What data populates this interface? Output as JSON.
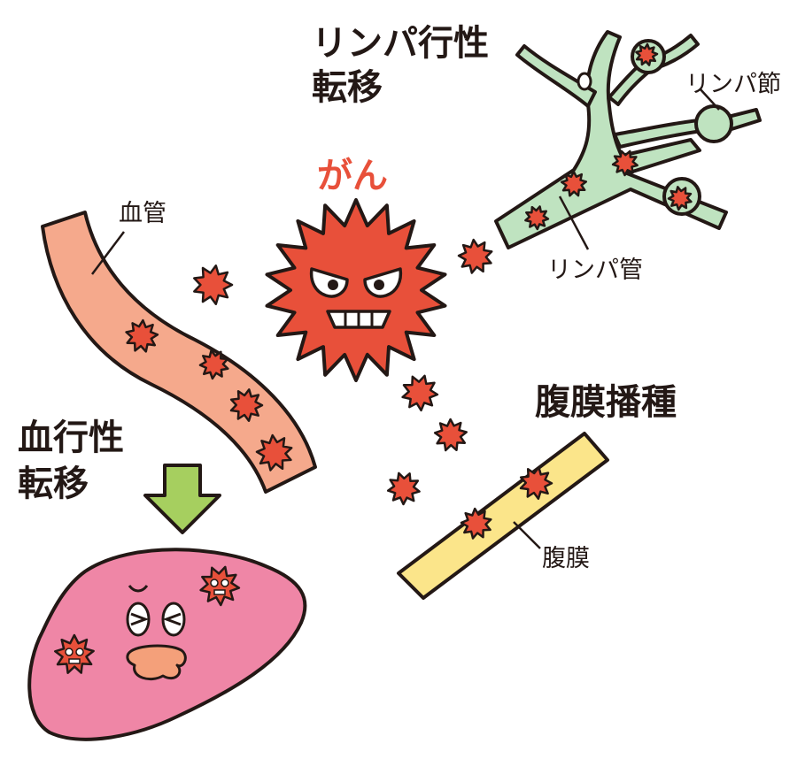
{
  "title": {
    "cancer": "がん"
  },
  "labels": {
    "lymphatic_metastasis": [
      "リンパ行性",
      "転移"
    ],
    "hematogenous_metastasis": [
      "血行性",
      "転移"
    ],
    "peritoneal_dissemination": "腹膜播種",
    "blood_vessel": "血管",
    "lymph_node": "リンパ節",
    "lymph_vessel": "リンパ管",
    "peritoneum": "腹膜"
  },
  "colors": {
    "cancer_red": "#e8503a",
    "text": "#231815",
    "vessel_fill": "#f5a98c",
    "lymph_fill": "#bfe3c0",
    "peritoneum_fill": "#fbe58a",
    "liver_fill": "#ef86a6",
    "arrow_fill": "#a6cf5f",
    "mouth_fill": "#f4a07a"
  },
  "icons": {
    "cancer_cell": "spiky-cancer-cell-icon",
    "arrow": "down-arrow-icon",
    "organ": "liver-icon"
  }
}
